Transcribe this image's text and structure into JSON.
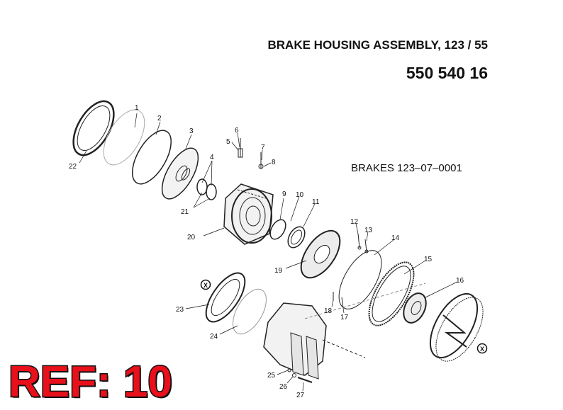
{
  "header": {
    "title": "BRAKE HOUSING ASSEMBLY, 123 / 55",
    "part_number": "550 540 16",
    "group_code": "BRAKES 123–07–0001"
  },
  "reference": "REF: 10",
  "callouts": {
    "c1": "1",
    "c2": "2",
    "c3": "3",
    "c4": "4",
    "c5": "5",
    "c6": "6",
    "c7": "7",
    "c8": "8",
    "c9": "9",
    "c10": "10",
    "c11": "11",
    "c12": "12",
    "c13": "13",
    "c14": "14",
    "c15": "15",
    "c16": "16",
    "c17": "17",
    "c18": "18",
    "c19": "19",
    "c20": "20",
    "c21": "21",
    "c22": "22",
    "c23": "23",
    "c24": "24",
    "c25": "25",
    "c26": "26",
    "c27": "27"
  },
  "markers": {
    "x1": "X",
    "x2": "X"
  }
}
